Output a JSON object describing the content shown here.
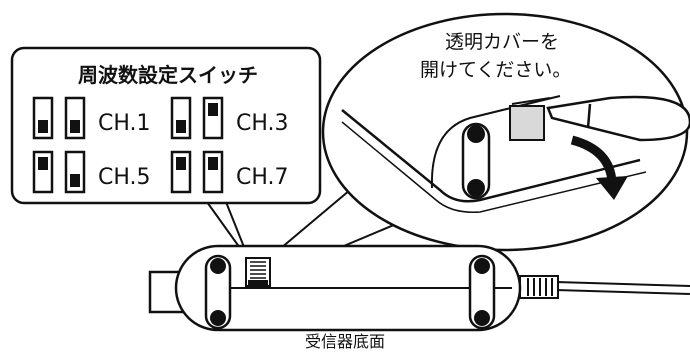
{
  "callout_left": {
    "title": "周波数設定スイッチ",
    "rows": [
      {
        "left": {
          "label": "CH.1",
          "switches": [
            "down",
            "down"
          ]
        },
        "right": {
          "label": "CH.3",
          "switches": [
            "down",
            "up"
          ]
        }
      },
      {
        "left": {
          "label": "CH.5",
          "switches": [
            "up",
            "down"
          ]
        },
        "right": {
          "label": "CH.7",
          "switches": [
            "up",
            "up"
          ]
        }
      }
    ]
  },
  "callout_right": {
    "lines": [
      "透明カバーを",
      "開けてください。"
    ]
  },
  "caption": "受信器底面",
  "colors": {
    "ink": "#111111",
    "paper": "#ffffff",
    "shade": "#d9d9d9"
  }
}
